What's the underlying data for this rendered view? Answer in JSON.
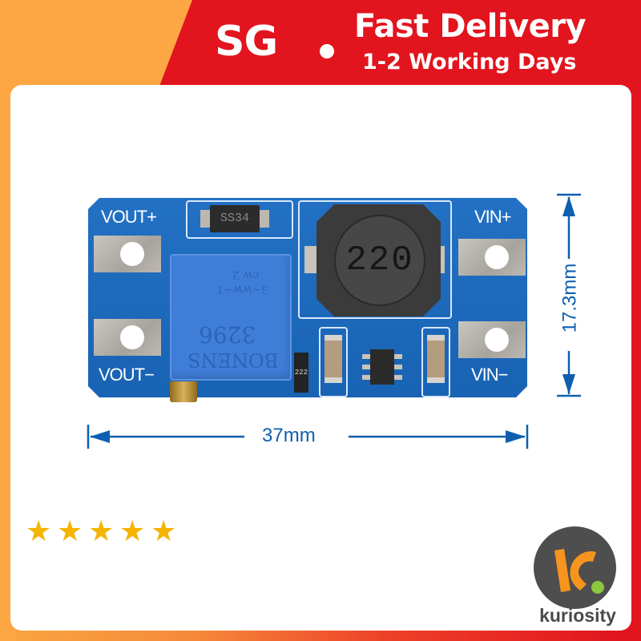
{
  "banner": {
    "region": "SG",
    "separator": "•",
    "headline": "Fast Delivery",
    "subline": "1-2 Working Days",
    "colors": {
      "orange": "#fca743",
      "red": "#e2141e",
      "text": "#ffffff"
    }
  },
  "product": {
    "board": {
      "color": "#1a6bc2",
      "labels": {
        "vout_plus": "VOUT+",
        "vout_minus": "VOUT−",
        "vin_plus": "VIN+",
        "vin_minus": "VIN−"
      },
      "diode_marking": "SS34",
      "inductor_marking": "220",
      "potentiometer": {
        "line1": "cw 2",
        "line2": "3~ww~1",
        "line3": "3296",
        "line4": "BONENS"
      },
      "resistor_marking": "222"
    },
    "dimensions": {
      "width": "37mm",
      "height": "17.3mm",
      "color": "#0e5fb0"
    }
  },
  "rating": {
    "stars": 5,
    "color": "#f5b400",
    "glyph": "★"
  },
  "brand": {
    "name": "kuriosity",
    "logo_letters": "kc",
    "logo_colors": {
      "circle": "#4e4e4e",
      "letters": "#f7941d",
      "dot": "#8dc63f"
    }
  }
}
